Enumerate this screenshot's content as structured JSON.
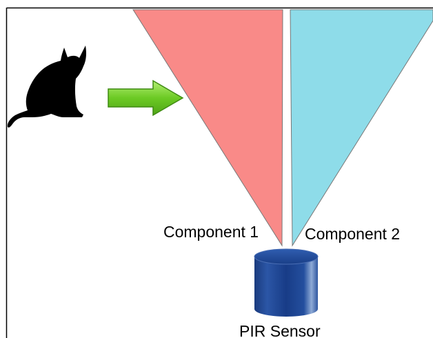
{
  "labels": {
    "component_1": "Component 1",
    "component_2": "Component 2",
    "sensor": "PIR Sensor"
  },
  "icons": {
    "subject": "cat-silhouette-icon",
    "motion": "right-arrow-icon",
    "sensor": "cylinder-sensor-icon"
  },
  "colors": {
    "component_1": "#f98a88",
    "component_2": "#8edce9",
    "arrow": "#63c320",
    "cat": "#000000",
    "sensor_body": "#1b3f86"
  }
}
